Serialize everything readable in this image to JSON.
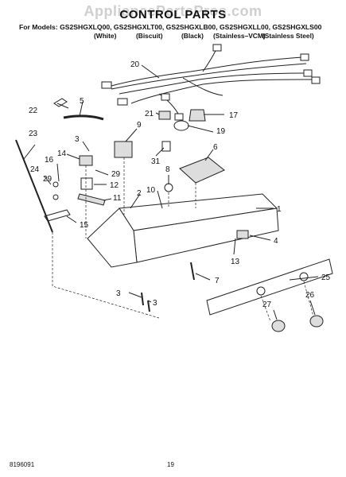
{
  "header": {
    "watermark": "AppliancePartsPros.com",
    "title": "CONTROL PARTS",
    "models_line": "For Models: GS2SHGXLQ00, GS2SHGXLT00, GS2SHGXLB00, GS2SHGXLL00, GS2SHGXLS00",
    "colors": [
      "(White)",
      "(Biscuit)",
      "(Black)",
      "(Stainless–VCM)",
      "(Stainless Steel)"
    ]
  },
  "callouts": [
    "20",
    "22",
    "5",
    "21",
    "17",
    "9",
    "19",
    "23",
    "3",
    "14",
    "31",
    "6",
    "16",
    "29",
    "12",
    "8",
    "24",
    "29",
    "11",
    "2",
    "10",
    "1",
    "15",
    "4",
    "13",
    "7",
    "25",
    "3",
    "3",
    "27",
    "26"
  ],
  "footer": {
    "doc_number": "8196091",
    "page_number": "19"
  }
}
